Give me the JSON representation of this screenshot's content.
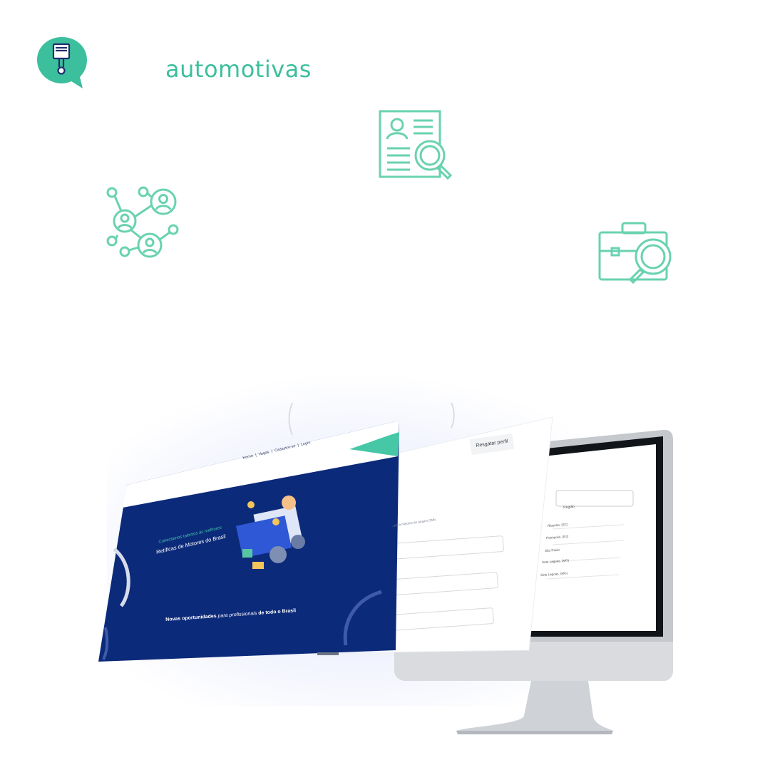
{
  "brand": {
    "wordmark": "automotivas",
    "accent_color": "#3cbf9c",
    "logo_icon": "piston-head-icon"
  },
  "decor_icons": [
    "network-people-icon",
    "resume-search-icon",
    "briefcase-search-icon"
  ],
  "screens": {
    "page_blue": {
      "nav": [
        "Home",
        "Vagas",
        "Cadastre-se",
        "Login"
      ],
      "hero_line1": "Conectamos talentos às melhores",
      "hero_line2": "Retíficas de Motores do Brasil",
      "section_title_bold_1": "Novas oportunidades",
      "section_title_italic": "para profissionais",
      "section_title_bold_2": "de todo o Brasil"
    },
    "page_white": {
      "button": "Resgatar perfil",
      "hint": "...anho máximo do arquivo 2Mb."
    },
    "page_imac": {
      "select": "Região",
      "rows": [
        "Ribeirão, (SC)",
        "Petrópolis, (RJ)",
        "São Paulo",
        "Sete Lagoas, (MG)",
        "Sete Lagoas, (MG)"
      ]
    }
  }
}
